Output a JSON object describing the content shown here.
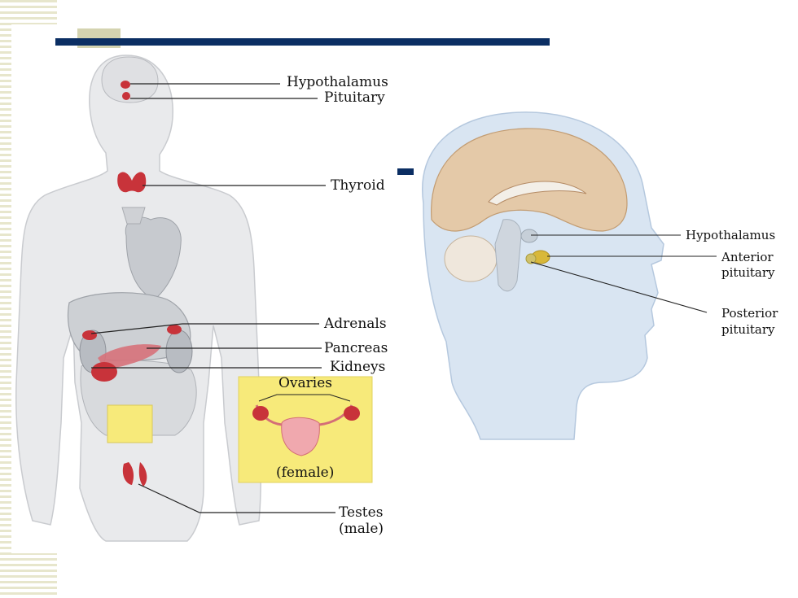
{
  "body_diagram": {
    "labels": {
      "hypothalamus": "Hypothalamus",
      "pituitary": "Pituitary",
      "thyroid": "Thyroid",
      "adrenals": "Adrenals",
      "pancreas": "Pancreas",
      "kidneys": "Kidneys",
      "testes": "Testes",
      "testes_note": "(male)"
    },
    "inset": {
      "ovaries": "Ovaries",
      "female_note": "(female)"
    }
  },
  "head_diagram": {
    "labels": {
      "hypothalamus": "Hypothalamus",
      "anterior_1": "Anterior",
      "anterior_2": "pituitary",
      "posterior_1": "Posterior",
      "posterior_2": "pituitary"
    }
  },
  "colors": {
    "gland_red": "#c8333a",
    "pituitary_yellow": "#d8b83a",
    "slide_blue": "#0b2e63",
    "inset_yellow": "#f7ea7a"
  }
}
